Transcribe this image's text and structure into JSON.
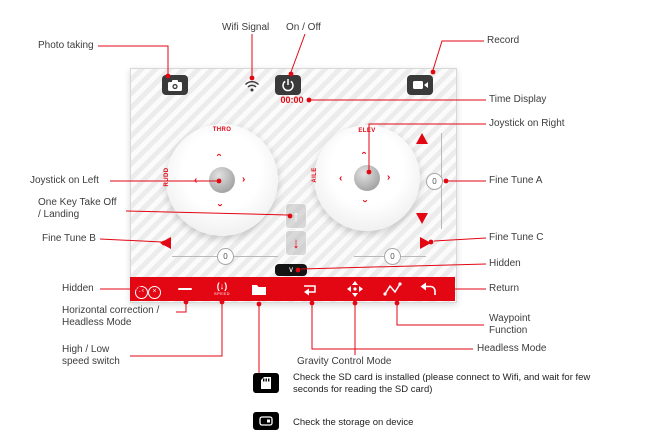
{
  "accent": "#e30613",
  "annotations": {
    "photo_taking": "Photo taking",
    "wifi_signal": "Wifi Signal",
    "on_off": "On / Off",
    "record": "Record",
    "time_display": "Time Display",
    "joystick_right": "Joystick on Right",
    "fine_tune_a": "Fine Tune A",
    "joystick_left": "Joystick on Left",
    "one_key_takeoff_landing": "One Key Take Off / Landing",
    "fine_tune_b": "Fine Tune B",
    "fine_tune_c": "Fine Tune C",
    "hidden_right": "Hidden",
    "return_label": "Return",
    "hidden_left": "Hidden",
    "horizontal_correction_headless": "Horizontal correction / Headless Mode",
    "high_low_speed": "High / Low speed switch",
    "waypoint_function": "Waypoint Function",
    "headless_mode": "Headless Mode",
    "gravity_control_mode": "Gravity Control Mode",
    "sd_card_note": "Check the SD card is installed (please connect to Wifi, and wait for few seconds for reading the SD card)",
    "storage_note": "Check the storage on device"
  },
  "app": {
    "time_display": "00:00",
    "stick_labels": {
      "thro": "THRO",
      "rudd": "RUDD",
      "elev": "ELEV",
      "aile": "AILE"
    },
    "fine_tune": {
      "a": "0",
      "b": "0",
      "c": "0"
    },
    "speed_switch_text": "SPEED",
    "bar_icons": [
      "emergency-stop",
      "horizontal-correction",
      "high-low-speed-switch",
      "folder",
      "headless-mode-loop",
      "gravity-control",
      "waypoint",
      "return"
    ]
  }
}
